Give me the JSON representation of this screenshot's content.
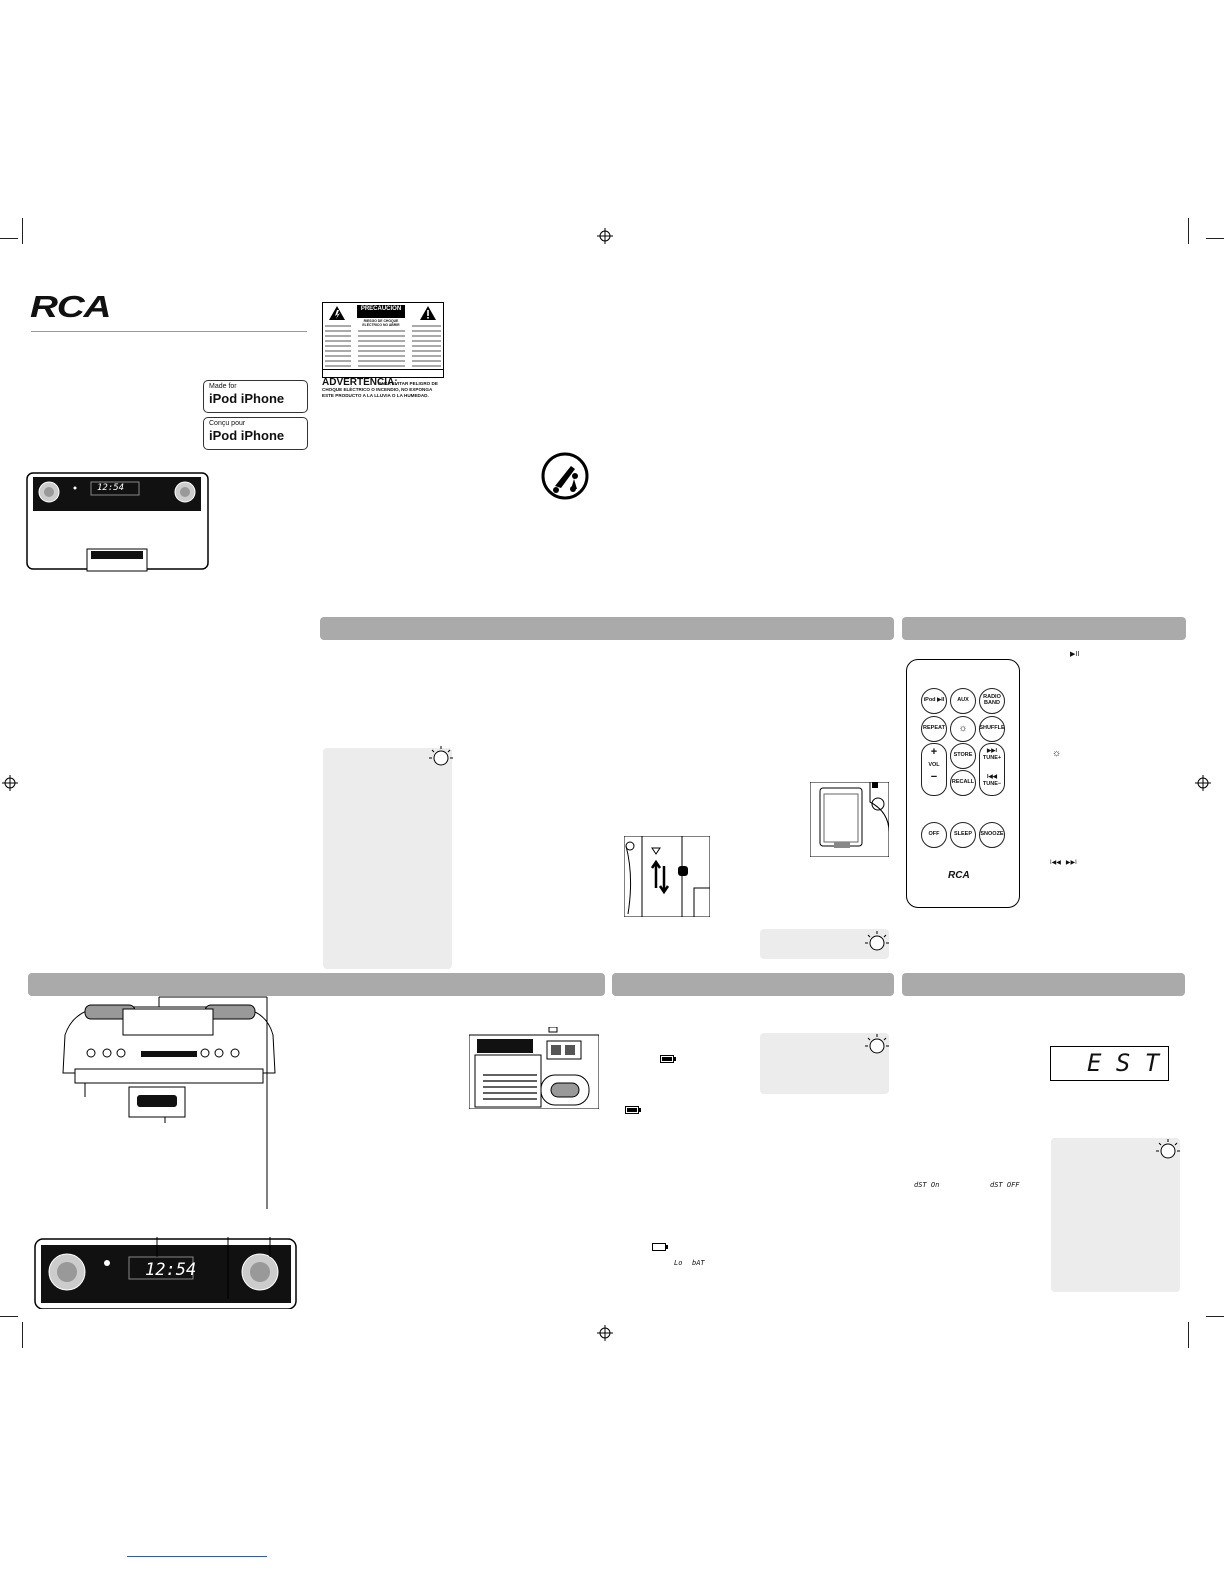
{
  "brand": {
    "logo_text": "RCA"
  },
  "badges": [
    {
      "top": "Made for",
      "main": "iPod  iPhone"
    },
    {
      "top": "Conçu pour",
      "main": "iPod  iPhone"
    }
  ],
  "warning": {
    "precaucion_title": "PRECAUCIÓN",
    "precaucion_sub": "RIESGO DE CHOQUE ELÉCTRICO NO ABRIR",
    "advertencia_label": "ADVERTENCIA:",
    "advertencia_text": "PARA EVITAR PELIGRO DE CHOQUE ELÉCTRICO O INCENDIO, NO EXPONGA ESTE PRODUCTO A LA LLUVIA O LA HUMEDAD."
  },
  "displays": {
    "clock_small": "12:54",
    "clock_large": "12:54",
    "est": "E S T",
    "dst_on": "dST On",
    "dst_off": "dST OFF",
    "lo": "Lo",
    "bat": "bAT"
  },
  "remote": {
    "buttons": [
      "iPod ▶II",
      "AUX",
      "RADIO BAND",
      "REPEAT",
      "☼",
      "SHUFFLE",
      "STORE",
      "RECALL",
      "▶▶I TUNE+",
      "I◀◀ TUNE−",
      "OFF",
      "SLEEP",
      "SNOOZE"
    ],
    "vol": "VOL",
    "plus": "+",
    "minus": "−",
    "logo": "RCA"
  },
  "side_glyphs": {
    "play_pause": "▶II",
    "dimmer": "☼",
    "skip": "I◀◀   ▶▶I"
  }
}
